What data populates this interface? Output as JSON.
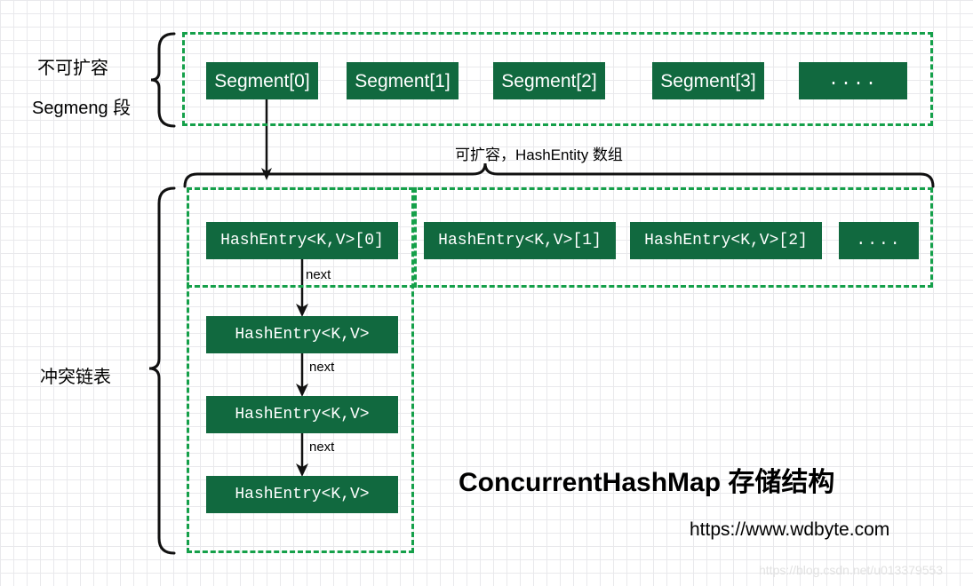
{
  "diagram": {
    "title": "ConcurrentHashMap 存储结构",
    "url": "https://www.wdbyte.com",
    "watermark": "https://blog.csdn.net/u013379553",
    "accent_green": "#11693f",
    "dash_green": "#15a04a"
  },
  "labels": {
    "segment_group_line1": "不可扩容",
    "segment_group_line2": "Segmeng 段",
    "array_caption": "可扩容，HashEntity 数组",
    "chain_group": "冲突链表",
    "next_1": "next",
    "next_2": "next",
    "next_3": "next"
  },
  "segments": [
    {
      "label": "Segment[0]"
    },
    {
      "label": "Segment[1]"
    },
    {
      "label": "Segment[2]"
    },
    {
      "label": "Segment[3]"
    },
    {
      "label": "...."
    }
  ],
  "hash_entries": [
    {
      "label": "HashEntry<K,V>[0]"
    },
    {
      "label": "HashEntry<K,V>[1]"
    },
    {
      "label": "HashEntry<K,V>[2]"
    },
    {
      "label": "...."
    }
  ],
  "chain_nodes": [
    {
      "label": "HashEntry<K,V>"
    },
    {
      "label": "HashEntry<K,V>"
    },
    {
      "label": "HashEntry<K,V>"
    }
  ]
}
